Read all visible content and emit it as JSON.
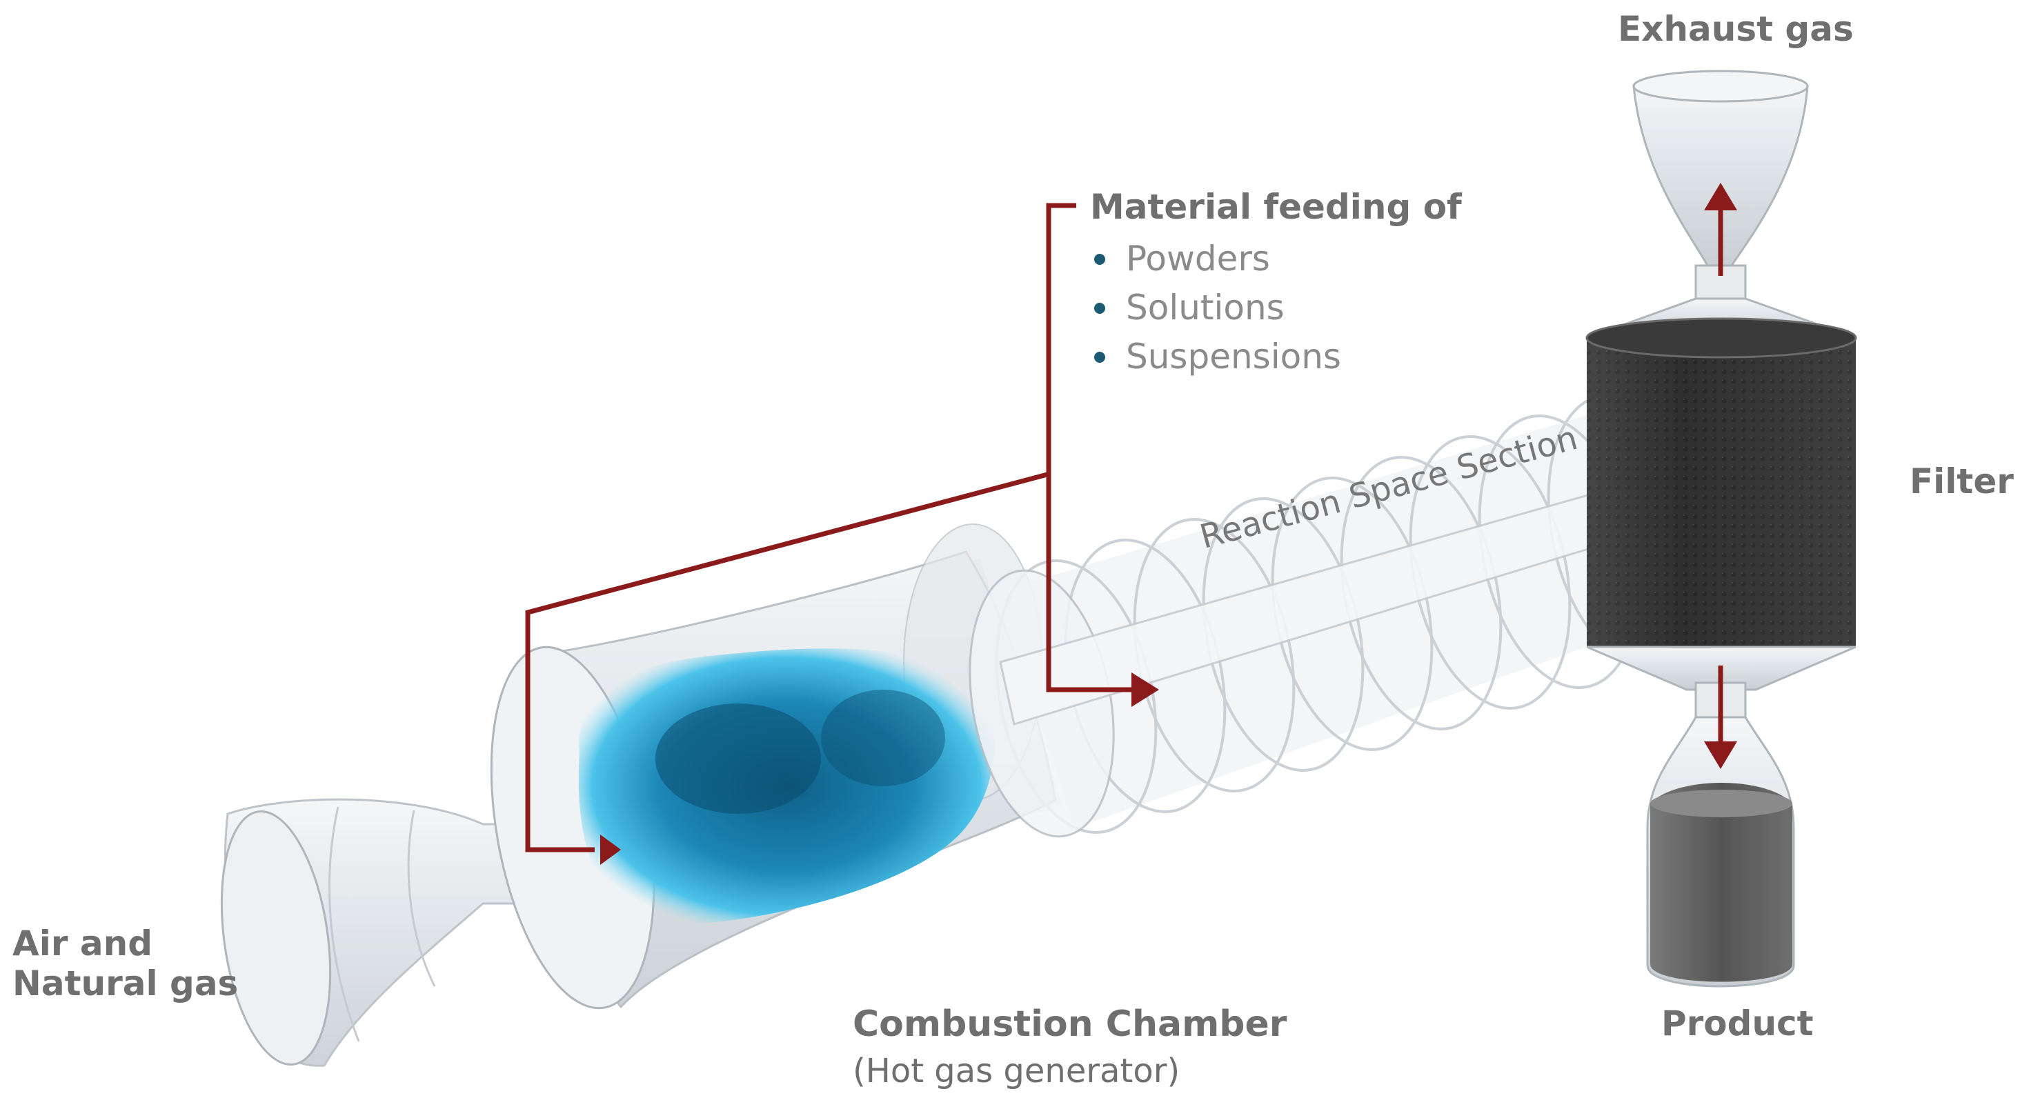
{
  "labels": {
    "air_line1": "Air and",
    "air_line2": "Natural gas",
    "combustion_title": "Combustion Chamber",
    "combustion_sub": "(Hot gas generator)",
    "feeding_title": "Material feeding of",
    "feeding_items": [
      "Powders",
      "Solutions",
      "Suspensions"
    ],
    "exhaust": "Exhaust gas",
    "filter": "Filter",
    "product": "Product",
    "reaction": "Reaction Space Section"
  },
  "colors": {
    "arrow": "#8b1a1a",
    "flame": "#1e8fc0",
    "label": "#6f6f6f",
    "bullet": "#1a5a73",
    "filter_dark": "#3a3a3a"
  }
}
